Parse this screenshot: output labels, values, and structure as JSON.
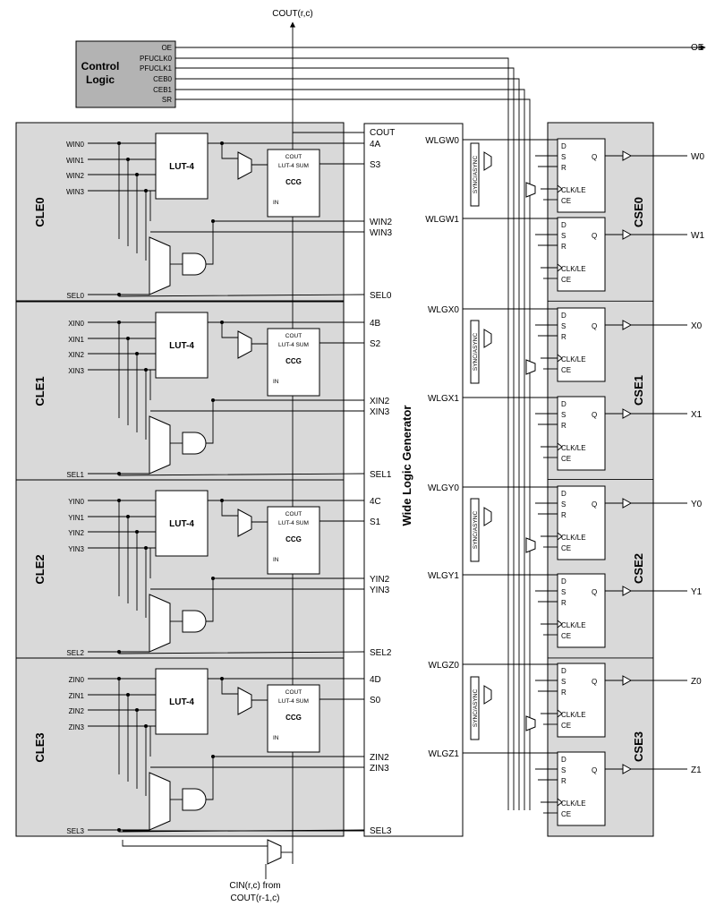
{
  "cout_top": "COUT(r,c)",
  "control": {
    "title_line1": "Control",
    "title_line2": "Logic",
    "signals": [
      "OE",
      "PFUCLK0",
      "PFUCLK1",
      "CEB0",
      "CEB1",
      "SR"
    ]
  },
  "oe_out": "OE",
  "wlg": {
    "title": "Wide Logic Generator",
    "cout": "COUT",
    "row_labels": [
      [
        "4A",
        "S3",
        "WIN2",
        "WIN3",
        "SEL0"
      ],
      [
        "4B",
        "S2",
        "XIN2",
        "XIN3",
        "SEL1"
      ],
      [
        "4C",
        "S1",
        "YIN2",
        "YIN3",
        "SEL2"
      ],
      [
        "4D",
        "S0",
        "ZIN2",
        "ZIN3",
        "SEL3"
      ]
    ],
    "outputs": [
      "WLGW0",
      "WLGW1",
      "WLGX0",
      "WLGX1",
      "WLGY0",
      "WLGY1",
      "WLGZ0",
      "WLGZ1"
    ]
  },
  "cles": [
    {
      "name": "CLE0",
      "inputs": [
        "WIN0",
        "WIN1",
        "WIN2",
        "WIN3"
      ],
      "sel": "SEL0"
    },
    {
      "name": "CLE1",
      "inputs": [
        "XIN0",
        "XIN1",
        "XIN2",
        "XIN3"
      ],
      "sel": "SEL1"
    },
    {
      "name": "CLE2",
      "inputs": [
        "YIN0",
        "YIN1",
        "YIN2",
        "YIN3"
      ],
      "sel": "SEL2"
    },
    {
      "name": "CLE3",
      "inputs": [
        "ZIN0",
        "ZIN1",
        "ZIN2",
        "ZIN3"
      ],
      "sel": "SEL3"
    }
  ],
  "lut": "LUT-4",
  "ccg": {
    "cout": "COUT",
    "ports": "LUT-4   SUM",
    "name": "CCG",
    "in": "IN"
  },
  "cses": [
    "CSE0",
    "CSE1",
    "CSE2",
    "CSE3"
  ],
  "ff": {
    "d": "D",
    "s": "S",
    "r": "R",
    "q": "Q",
    "clk": "CLK/LE",
    "ce": "CE"
  },
  "sync_label": "SYNC/ASYNC",
  "ff_outputs": [
    "W0",
    "W1",
    "X0",
    "X1",
    "Y0",
    "Y1",
    "Z0",
    "Z1"
  ],
  "cin_line1": "CIN(r,c) from",
  "cin_line2": "COUT(r-1,c)"
}
